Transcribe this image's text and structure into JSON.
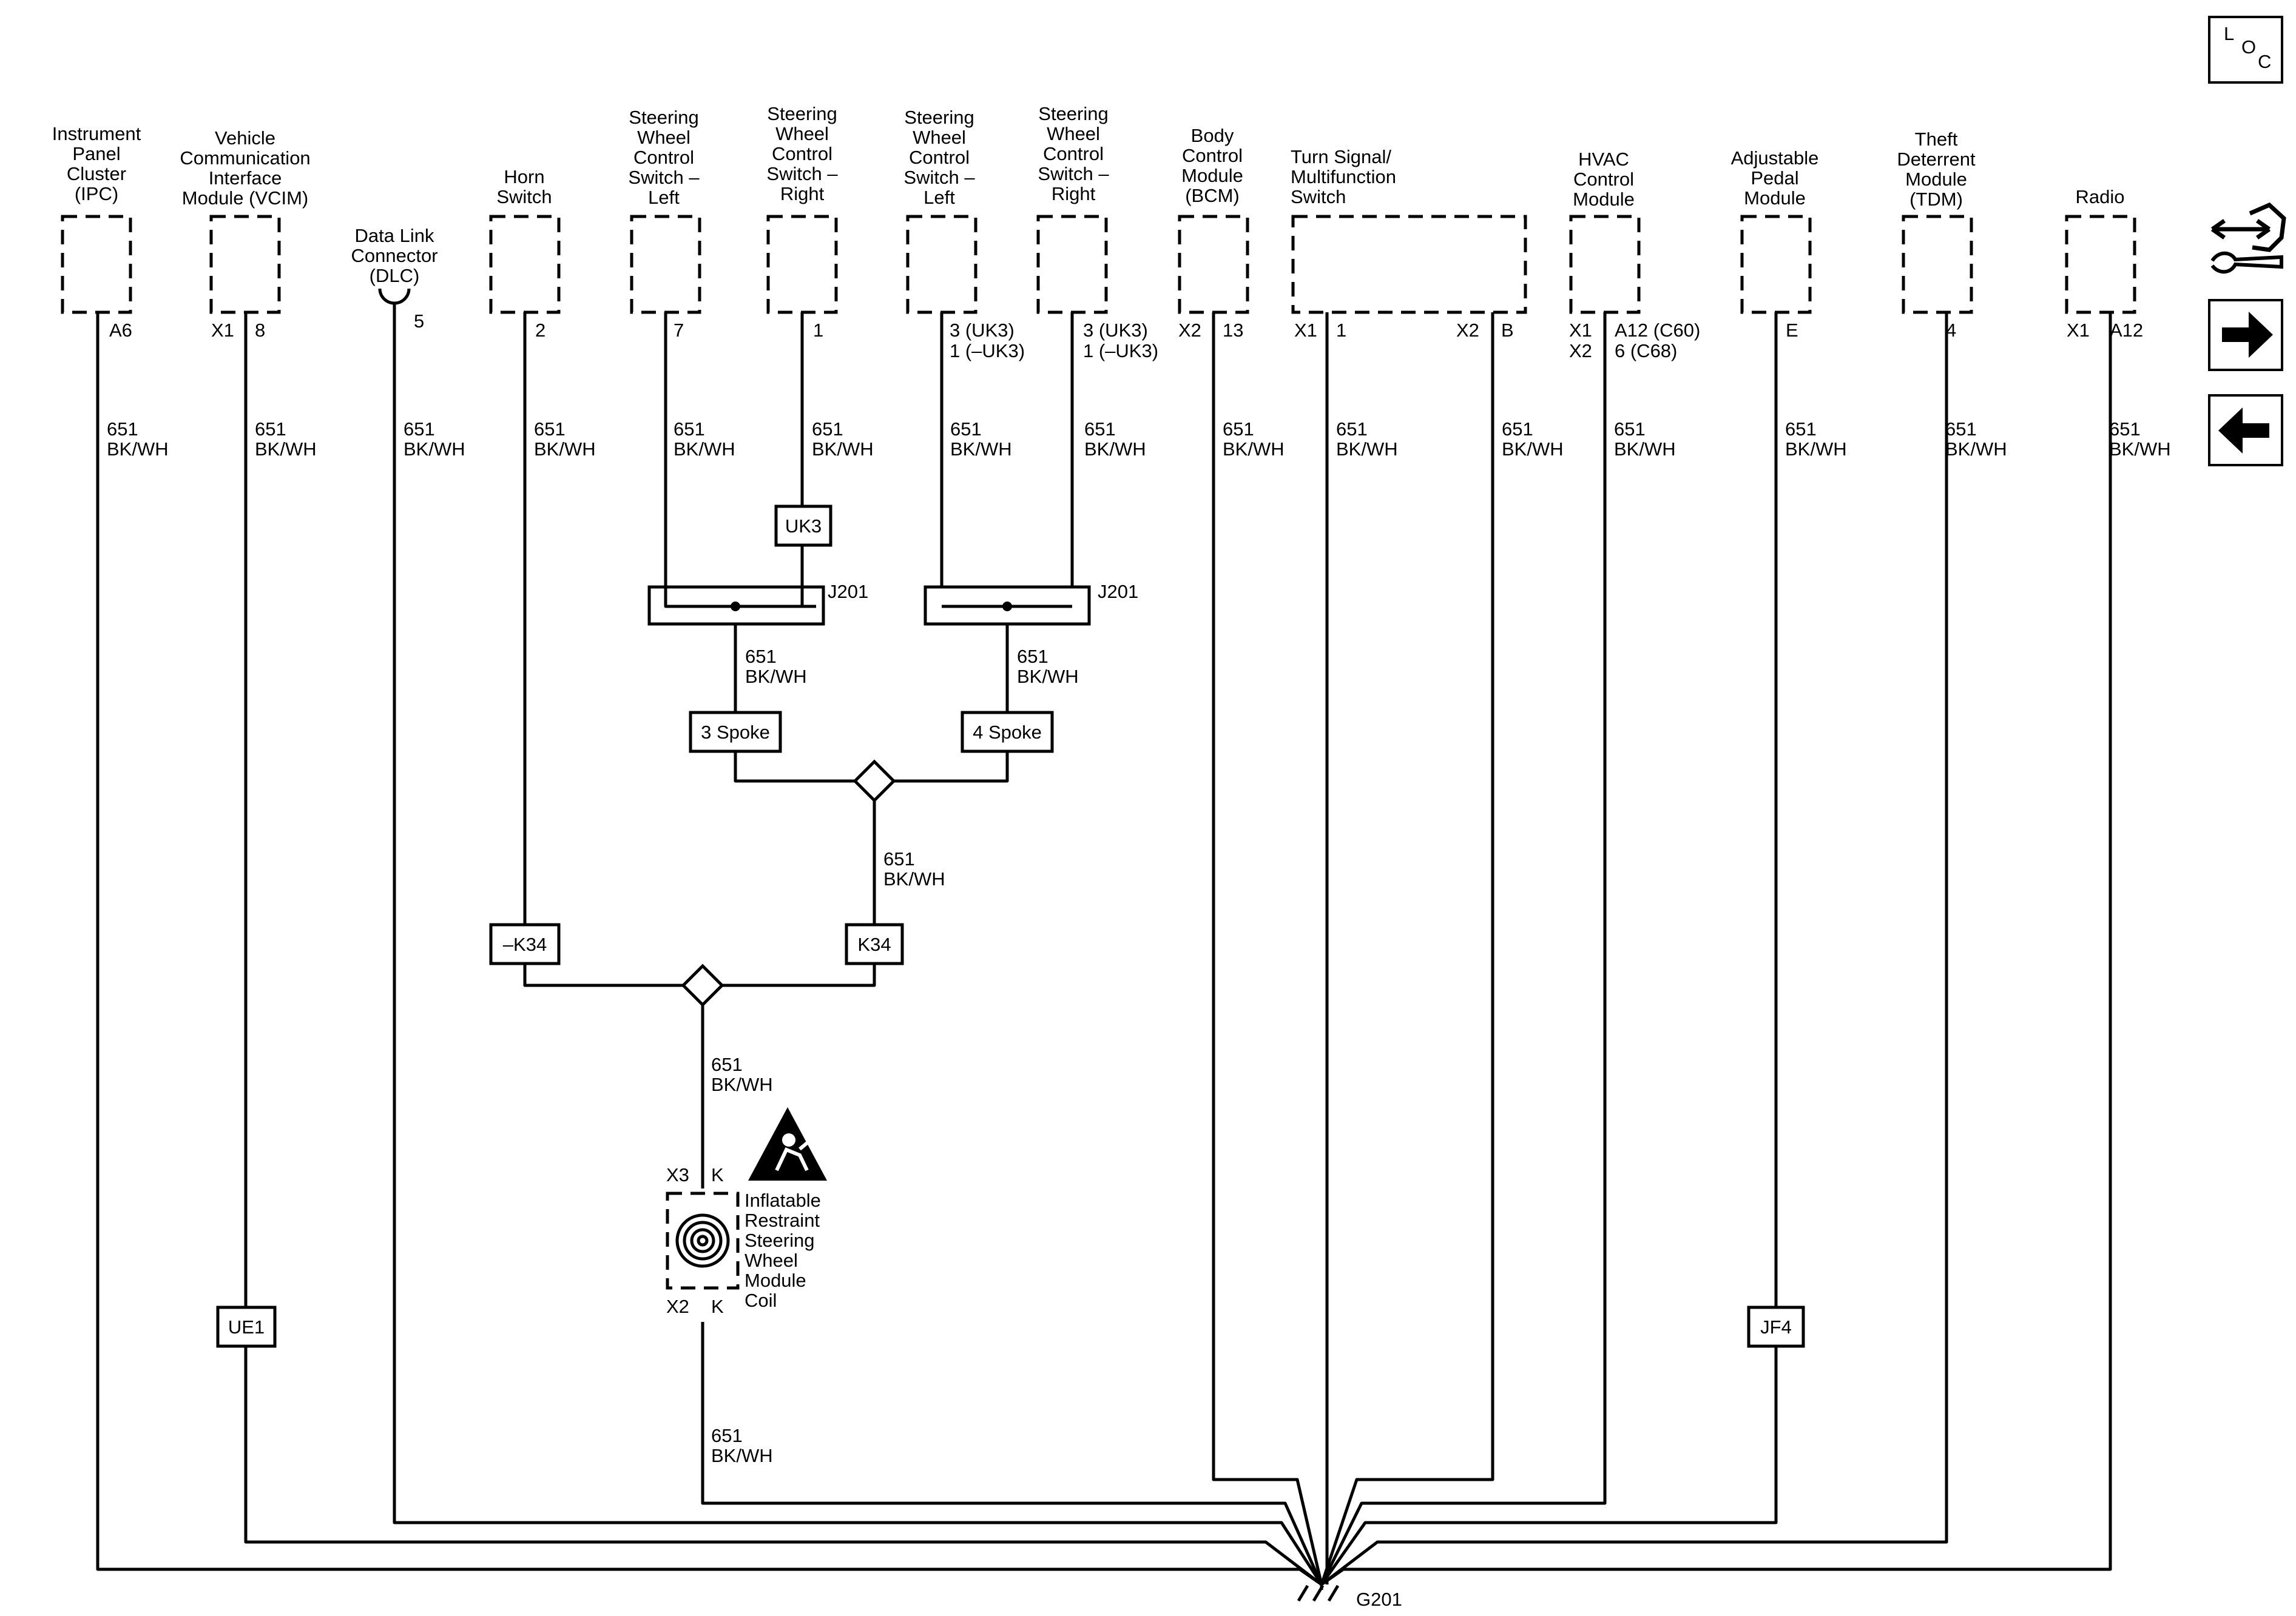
{
  "components": {
    "ipc": [
      "Instrument",
      "Panel",
      "Cluster",
      "(IPC)"
    ],
    "vcim": [
      "Vehicle",
      "Communication",
      "Interface",
      "Module (VCIM)"
    ],
    "dlc": [
      "Data Link",
      "Connector",
      "(DLC)"
    ],
    "horn": [
      "Horn",
      "Switch"
    ],
    "swc_left_a": [
      "Steering",
      "Wheel",
      "Control",
      "Switch –",
      "Left"
    ],
    "swc_right_a": [
      "Steering",
      "Wheel",
      "Control",
      "Switch –",
      "Right"
    ],
    "swc_left_b": [
      "Steering",
      "Wheel",
      "Control",
      "Switch –",
      "Left"
    ],
    "swc_right_b": [
      "Steering",
      "Wheel",
      "Control",
      "Switch –",
      "Right"
    ],
    "bcm": [
      "Body",
      "Control",
      "Module",
      "(BCM)"
    ],
    "turn": [
      "Turn Signal/",
      "Multifunction",
      "Switch"
    ],
    "hvac": [
      "HVAC",
      "Control",
      "Module"
    ],
    "pedal": [
      "Adjustable",
      "Pedal",
      "Module"
    ],
    "tdm": [
      "Theft",
      "Deterrent",
      "Module",
      "(TDM)"
    ],
    "radio": [
      "Radio"
    ],
    "coil": [
      "Inflatable",
      "Restraint",
      "Steering",
      "Wheel",
      "Module",
      "Coil"
    ]
  },
  "pins": {
    "ipc": "A6",
    "vcim_connector": "X1",
    "vcim": "8",
    "dlc": "5",
    "horn": "2",
    "swc_left_a": "7",
    "swc_right_a": "1",
    "swc_left_b": [
      "3 (UK3)",
      "1 (–UK3)"
    ],
    "swc_right_b": [
      "3 (UK3)",
      "1 (–UK3)"
    ],
    "bcm_connector": "X2",
    "bcm": "13",
    "turn_connector_1": "X1",
    "turn_pin_1": "1",
    "turn_connector_2": "X2",
    "turn_pin_2": "B",
    "hvac_connectors": [
      "X1",
      "X2"
    ],
    "hvac": [
      "A12 (C60)",
      "6 (C68)"
    ],
    "pedal": "E",
    "tdm": "4",
    "radio_connector": "X1",
    "radio": "A12",
    "coil_top_connector": "X3",
    "coil_top_pin": "K",
    "coil_bottom_connector": "X2",
    "coil_bottom_pin": "K"
  },
  "wire": {
    "circuit": "651",
    "color": "BK/WH"
  },
  "options": {
    "uk3": "UK3",
    "j201": "J201",
    "spoke3": "3 Spoke",
    "spoke4": "4 Spoke",
    "not_k34": "–K34",
    "k34": "K34",
    "ue1": "UE1",
    "jf4": "JF4"
  },
  "ground": "G201",
  "loc_button": {
    "letters": [
      "L",
      "O",
      "C"
    ]
  },
  "nav_icons": [
    "connector-end-view-icon",
    "next-page-arrow-icon",
    "previous-page-arrow-icon"
  ]
}
